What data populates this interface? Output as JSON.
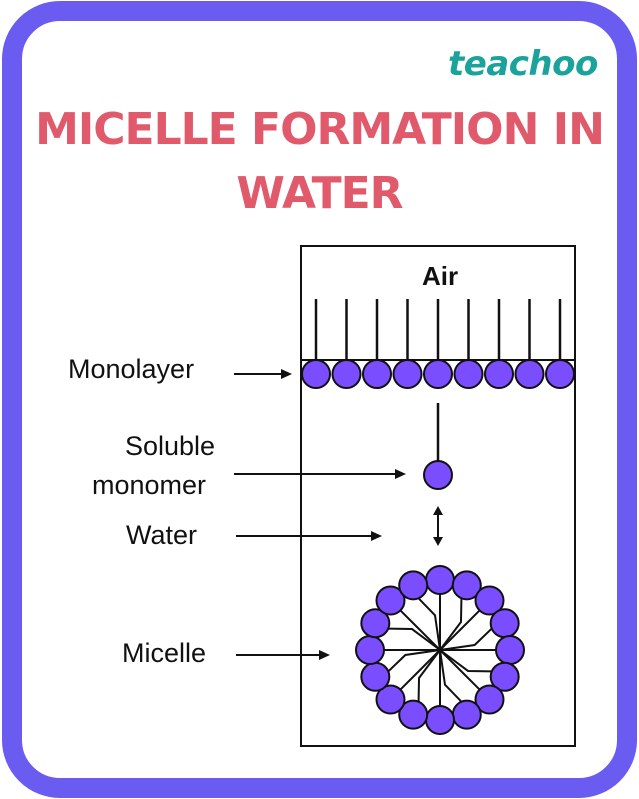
{
  "brand": {
    "name": "teachoo"
  },
  "title": {
    "line1": "MICELLE FORMATION IN",
    "line2": "WATER"
  },
  "diagram": {
    "air_label": "Air",
    "labels": {
      "monolayer": "Monolayer",
      "soluble_line1": "Soluble",
      "soluble_line2": "monomer",
      "water": "Water",
      "micelle": "Micelle"
    },
    "monolayer_head_count": 9,
    "micelle_head_count": 16
  },
  "colors": {
    "frame": "#6a5cf0",
    "head": "#7a4dff",
    "title": "#e05a6b",
    "brand": "#1aa39a"
  }
}
